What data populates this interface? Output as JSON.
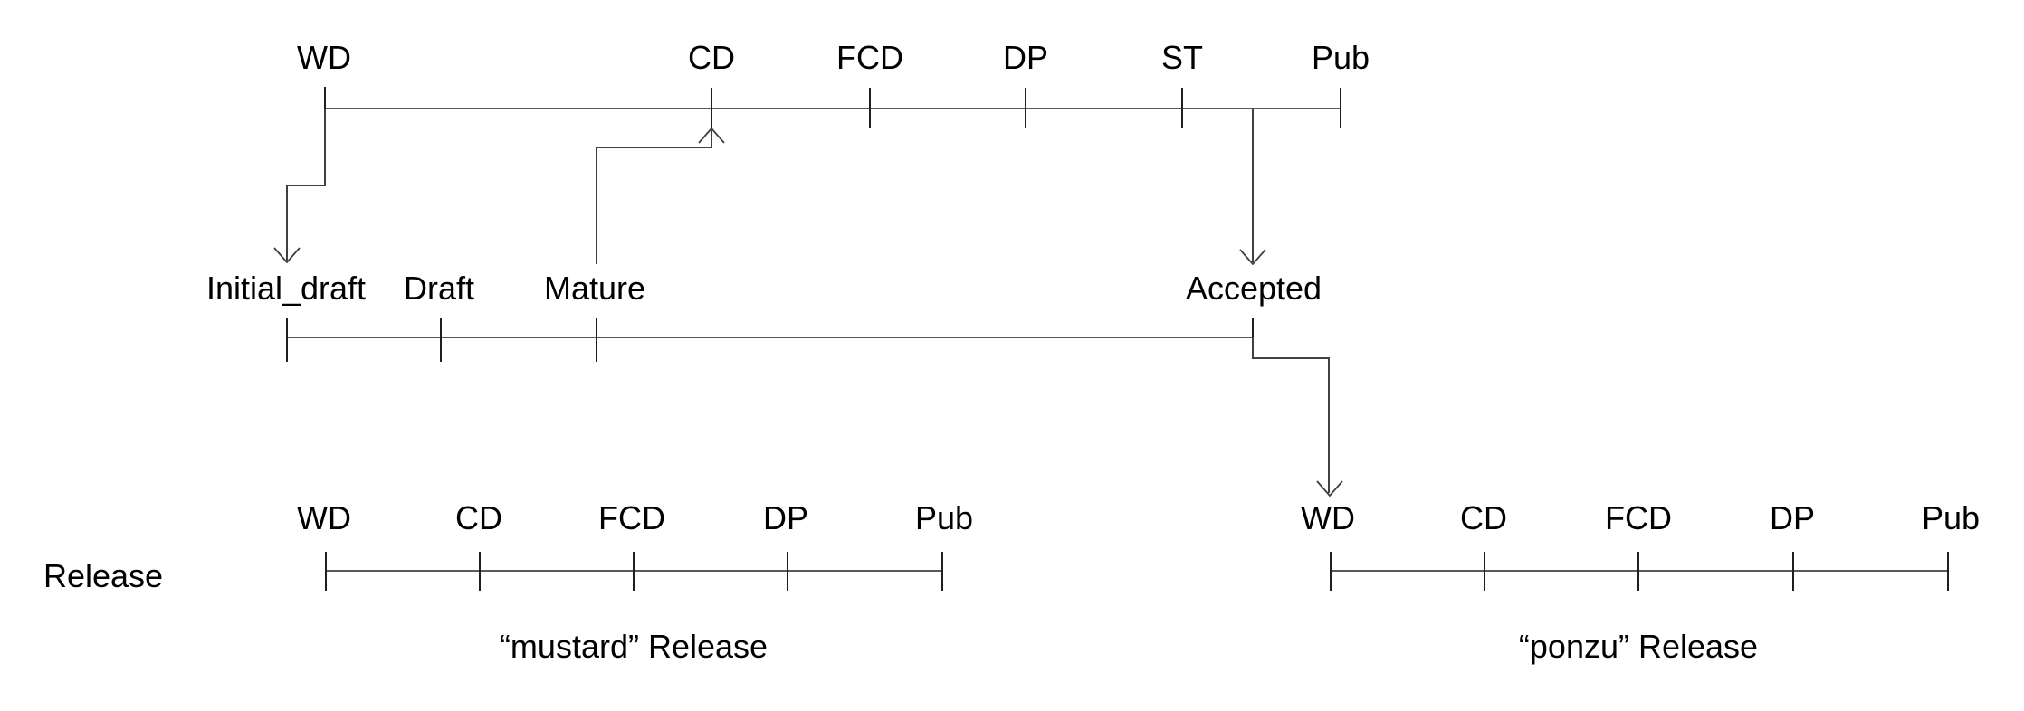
{
  "palette": {
    "background": "#ffffff",
    "timeline_color": "#595959",
    "tick_color": "#1f1f1f",
    "connector_color": "#404040",
    "text_color": "#000000"
  },
  "spec_timeline": {
    "description": "top specification stages timeline",
    "labels": [
      "WD",
      "CD",
      "FCD",
      "DP",
      "ST",
      "Pub"
    ]
  },
  "maturity_timeline": {
    "description": "middle document maturity timeline",
    "labels": [
      "Initial_draft",
      "Draft",
      "Mature",
      "Accepted"
    ]
  },
  "release_row": {
    "label": "Release"
  },
  "mustard_release": {
    "labels": [
      "WD",
      "CD",
      "FCD",
      "DP",
      "Pub"
    ],
    "caption": "“mustard” Release"
  },
  "ponzu_release": {
    "labels": [
      "WD",
      "CD",
      "FCD",
      "DP",
      "Pub"
    ],
    "caption": "“ponzu” Release"
  }
}
